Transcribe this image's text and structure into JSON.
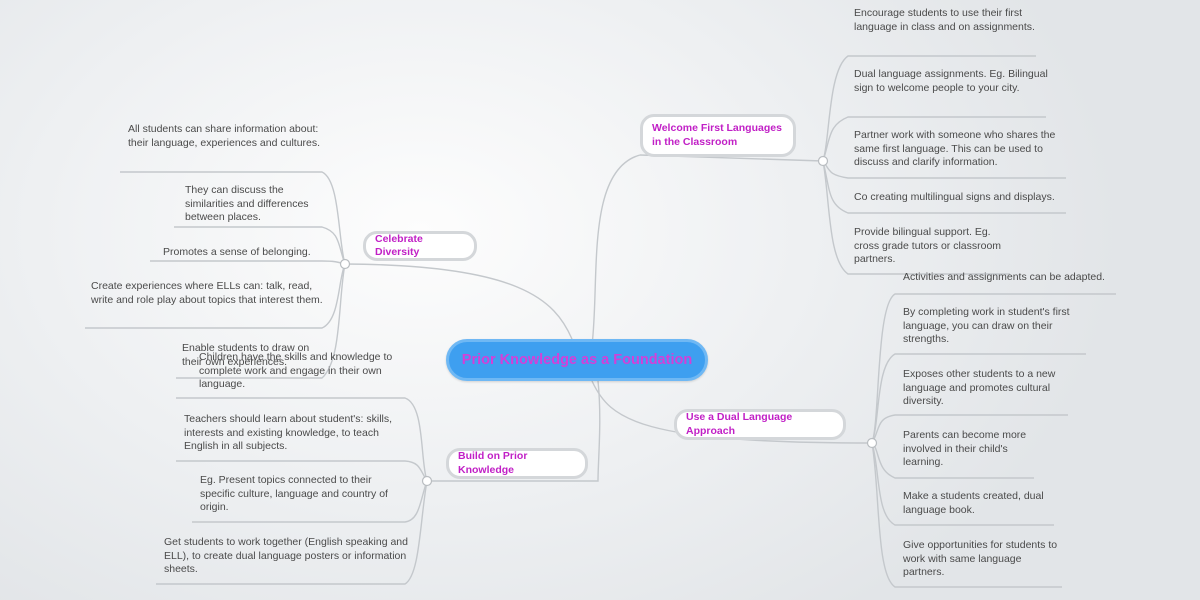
{
  "central": "Prior Knowledge as a Foundation",
  "topics": {
    "welcome": "Welcome First Languages in the Classroom",
    "diversity": "Celebrate Diversity",
    "dual": "Use a Dual Language Approach",
    "prior": "Build on Prior Knowledge"
  },
  "welcome_items": [
    "Encourage students to use their first language in class and on assignments.",
    "Dual language assignments. Eg. Bilingual sign to welcome people to your city.",
    "Partner work with someone who shares the same first language. This can be used to discuss and clarify information.",
    "Co creating multilingual signs and displays.",
    "Provide bilingual support. Eg. cross grade tutors or classroom partners."
  ],
  "diversity_items": [
    "All students can share information about: their language, experiences and cultures.",
    "They can discuss the similarities and differences between places.",
    "Promotes a sense of belonging.",
    "Create experiences where ELLs can: talk, read, write and role play about topics that interest them.",
    "Enable students to draw on their own experiences."
  ],
  "dual_items": [
    "Activities and assignments can be adapted.",
    "By completing work in student's first language, you can draw on their strengths.",
    "Exposes other students to a new language and promotes cultural diversity.",
    "Parents can become more involved in their child's learning.",
    "Make a students created, dual language book.",
    "Give opportunities for students to work with same language partners."
  ],
  "prior_items": [
    "Children have the skills and knowledge to complete work and engage in their own language.",
    "Teachers should learn about student's: skills, interests and existing knowledge, to teach English in all subjects.",
    "Eg. Present topics connected to their specific culture, language and country of origin.",
    "Get students to work together (English speaking and ELL), to create dual language posters or information sheets."
  ]
}
